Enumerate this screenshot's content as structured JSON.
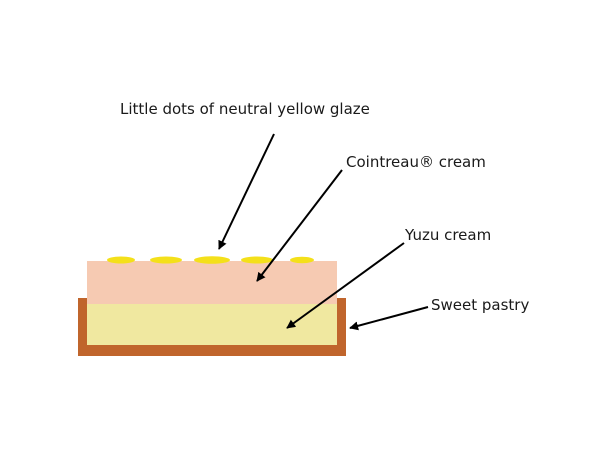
{
  "labels": {
    "glaze": "Little dots of neutral yellow glaze",
    "cointreau": "Cointreau® cream",
    "yuzu": "Yuzu cream",
    "pastry": "Sweet pastry"
  },
  "colors": {
    "background": "#ffffff",
    "pastry": "#c0652c",
    "yuzu_cream": "#f0e8a0",
    "cointreau_cream": "#f6cab2",
    "glaze_dots": "#f4e01a",
    "arrows": "#000000",
    "text": "#1a1a1a"
  },
  "icons": {
    "arrowhead": "arrowhead-icon"
  }
}
